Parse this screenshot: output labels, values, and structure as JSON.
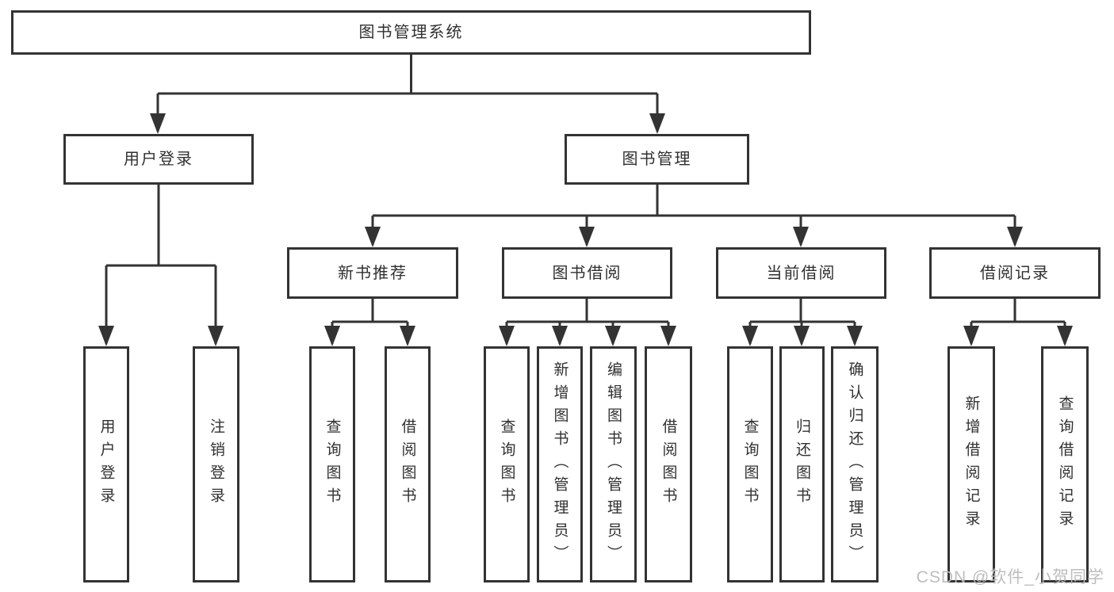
{
  "diagram_title": "图书管理系统",
  "tree": {
    "label": "图书管理系统",
    "children": [
      {
        "label": "用户登录",
        "children": [
          {
            "label": "用户登录"
          },
          {
            "label": "注销登录"
          }
        ]
      },
      {
        "label": "图书管理",
        "children": [
          {
            "label": "新书推荐",
            "children": [
              {
                "label": "查询图书"
              },
              {
                "label": "借阅图书"
              }
            ]
          },
          {
            "label": "图书借阅",
            "children": [
              {
                "label": "查询图书"
              },
              {
                "label": "新增图书（管理员）"
              },
              {
                "label": "编辑图书（管理员）"
              },
              {
                "label": "借阅图书"
              }
            ]
          },
          {
            "label": "当前借阅",
            "children": [
              {
                "label": "查询图书"
              },
              {
                "label": "归还图书"
              },
              {
                "label": "确认归还（管理员）"
              }
            ]
          },
          {
            "label": "借阅记录",
            "children": [
              {
                "label": "新增借阅记录"
              },
              {
                "label": "查询借阅记录"
              }
            ]
          }
        ]
      }
    ]
  },
  "watermark": {
    "text": "CSDN @软件_小贺同学"
  },
  "colors": {
    "line": "#333333",
    "box_border": "#333333",
    "text": "#303030",
    "watermark": "#b9b9b9",
    "background": "#ffffff"
  }
}
